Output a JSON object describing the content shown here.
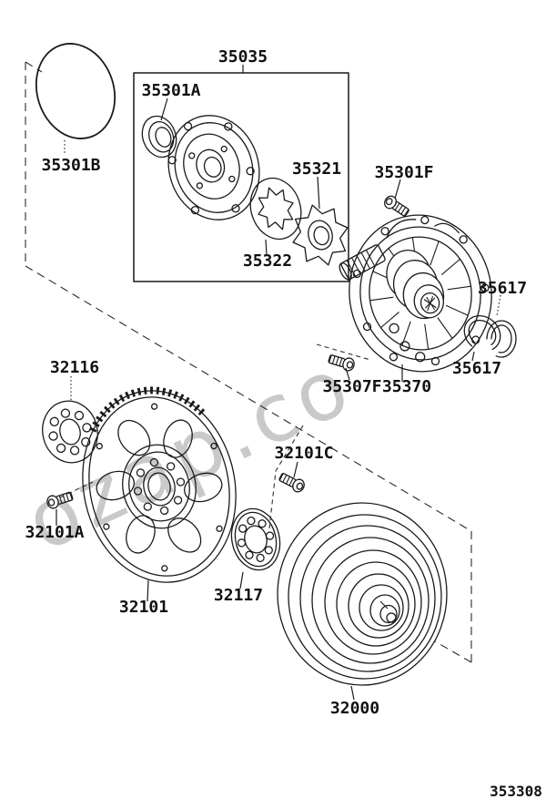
{
  "diagram": {
    "figure_number": "353308",
    "watermark_text": "ozap.co",
    "colors": {
      "line": "#1a1a1a",
      "watermark": "#c9c9c9",
      "background": "#ffffff",
      "label_text": "#111111"
    }
  },
  "parts": {
    "pump_assembly_box": "35035",
    "oil_seal": "35301A",
    "o_ring": "35301B",
    "drive_gear": "35321",
    "driven_gear": "35322",
    "pump_bolt_upper": "35301F",
    "snap_ring_upper": "35617",
    "snap_ring_lower": "35617",
    "pump_bolt_lower": "35307F",
    "oil_pump": "35370",
    "front_spacer": "32116",
    "drive_plate_bolt": "32101A",
    "drive_plate": "32101",
    "converter_bolt": "32101C",
    "rear_spacer": "32117",
    "torque_converter": "32000"
  }
}
